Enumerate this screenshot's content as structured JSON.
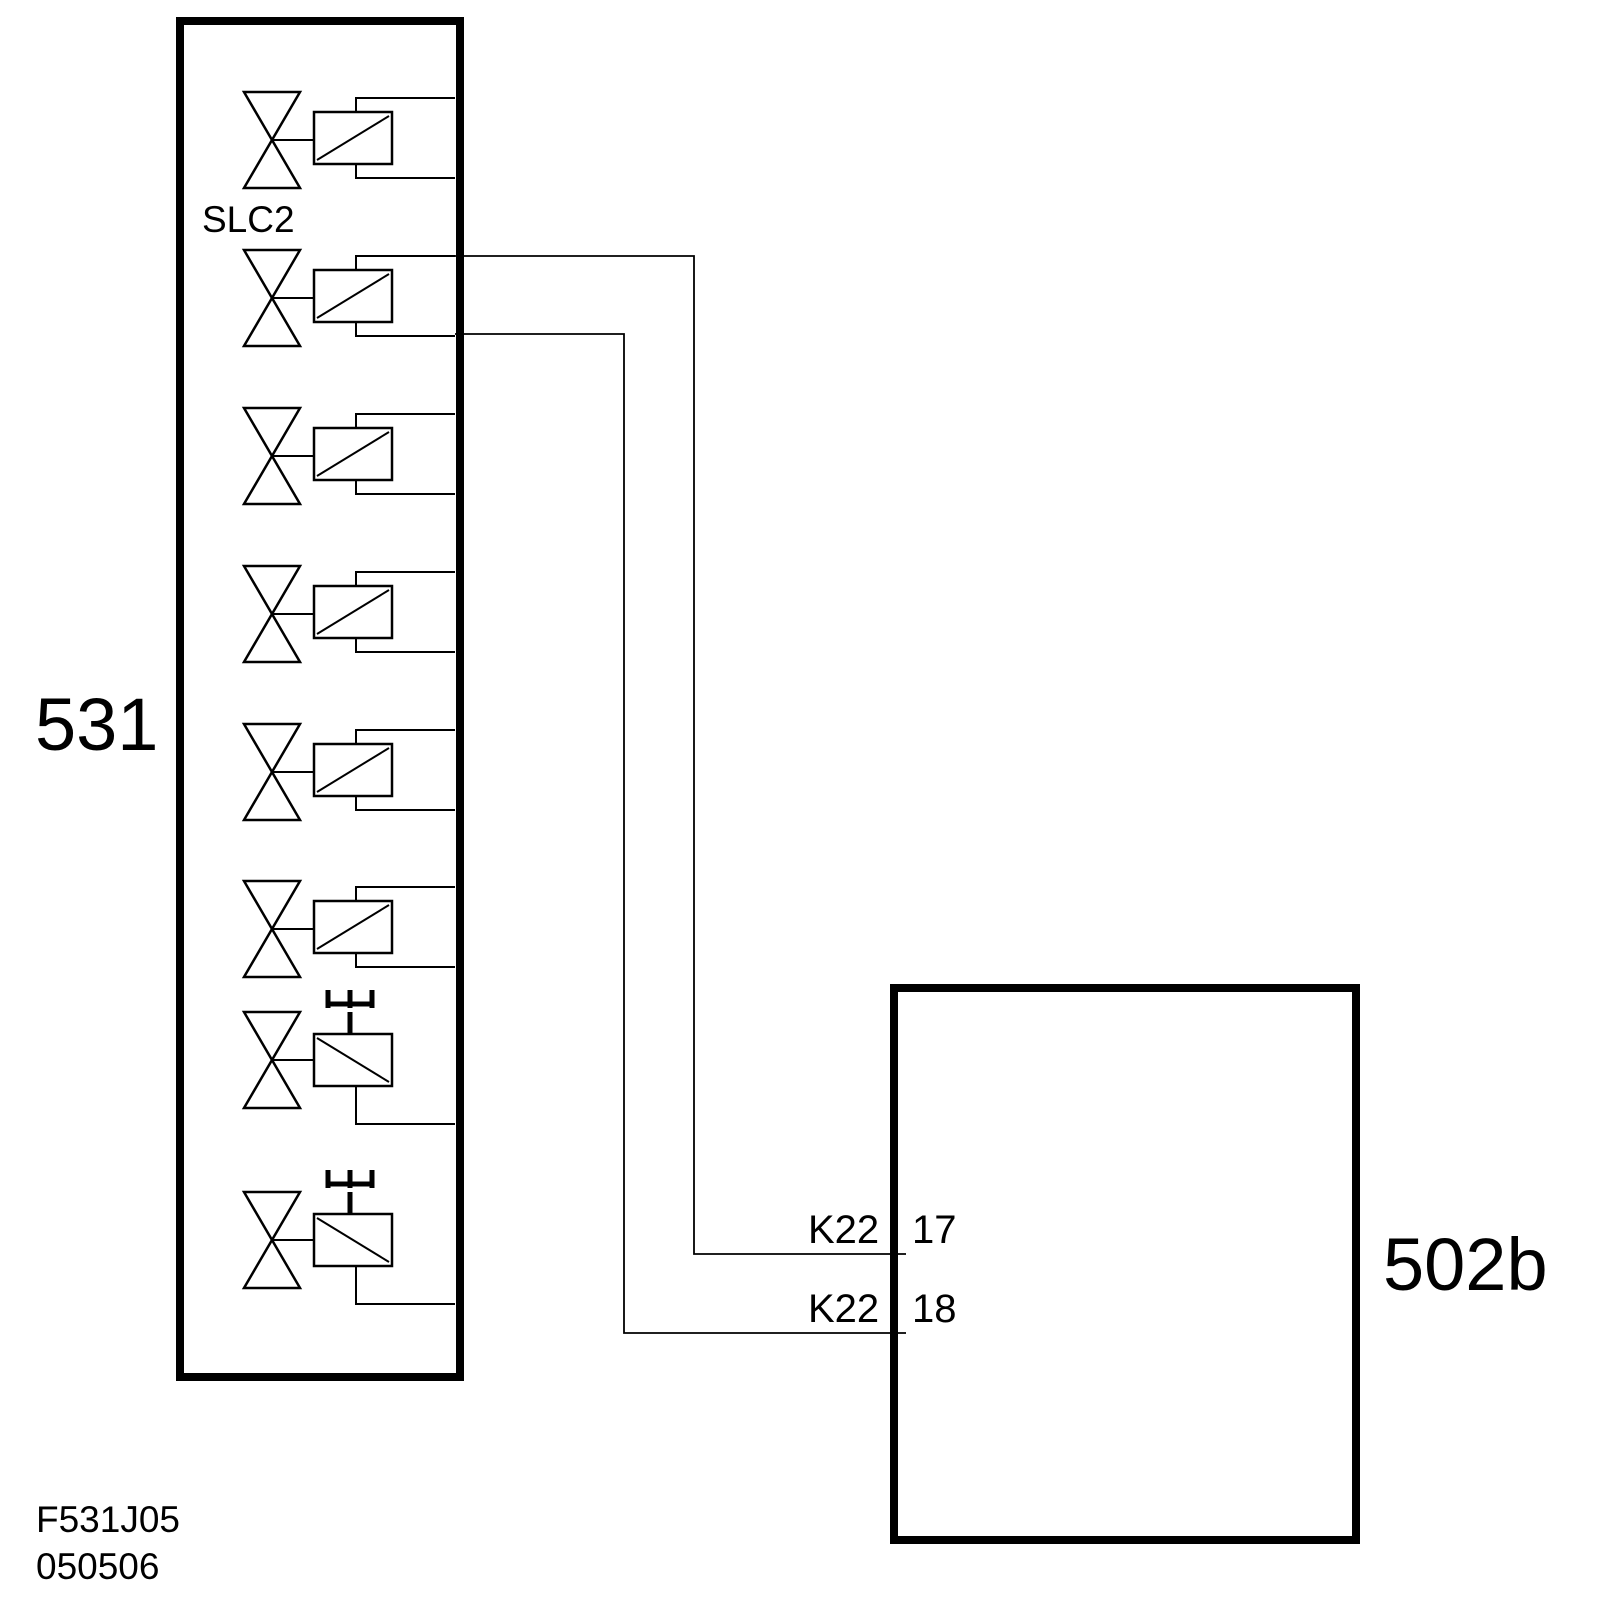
{
  "component_left": {
    "label": "531"
  },
  "component_right": {
    "label": "502b"
  },
  "valve_label": "SLC2",
  "pins": [
    {
      "connector": "K22",
      "pin": "17"
    },
    {
      "connector": "K22",
      "pin": "18"
    }
  ],
  "footer": {
    "ref": "F531J05",
    "date": "050506"
  },
  "colors": {
    "line": "#000000",
    "background": "#ffffff"
  }
}
